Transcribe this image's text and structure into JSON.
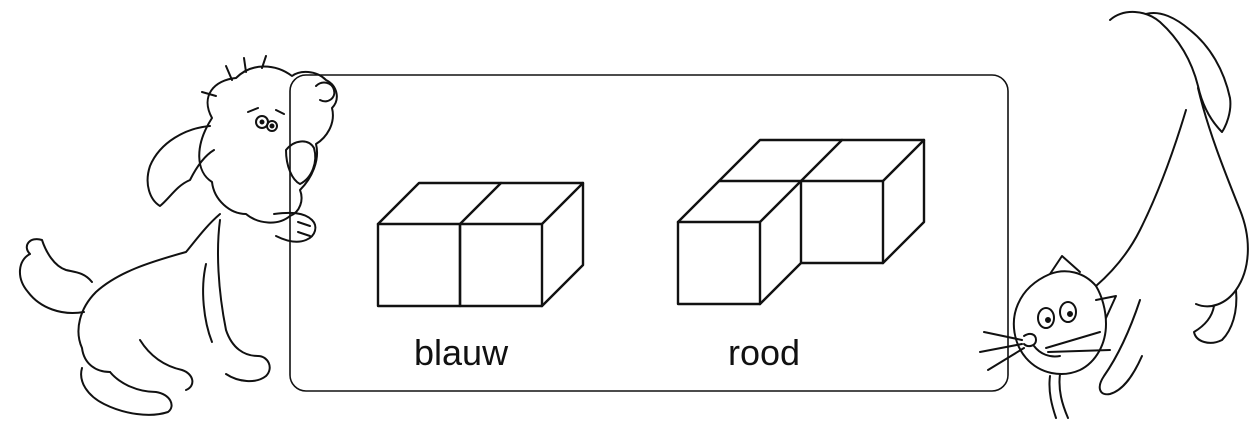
{
  "figure": {
    "labels": {
      "left_block": "blauw",
      "right_block": "rood"
    },
    "illustrations": {
      "left": "dog-illustration",
      "right": "cat-illustration"
    },
    "colors": {
      "stroke": "#111111",
      "background": "#ffffff"
    }
  }
}
